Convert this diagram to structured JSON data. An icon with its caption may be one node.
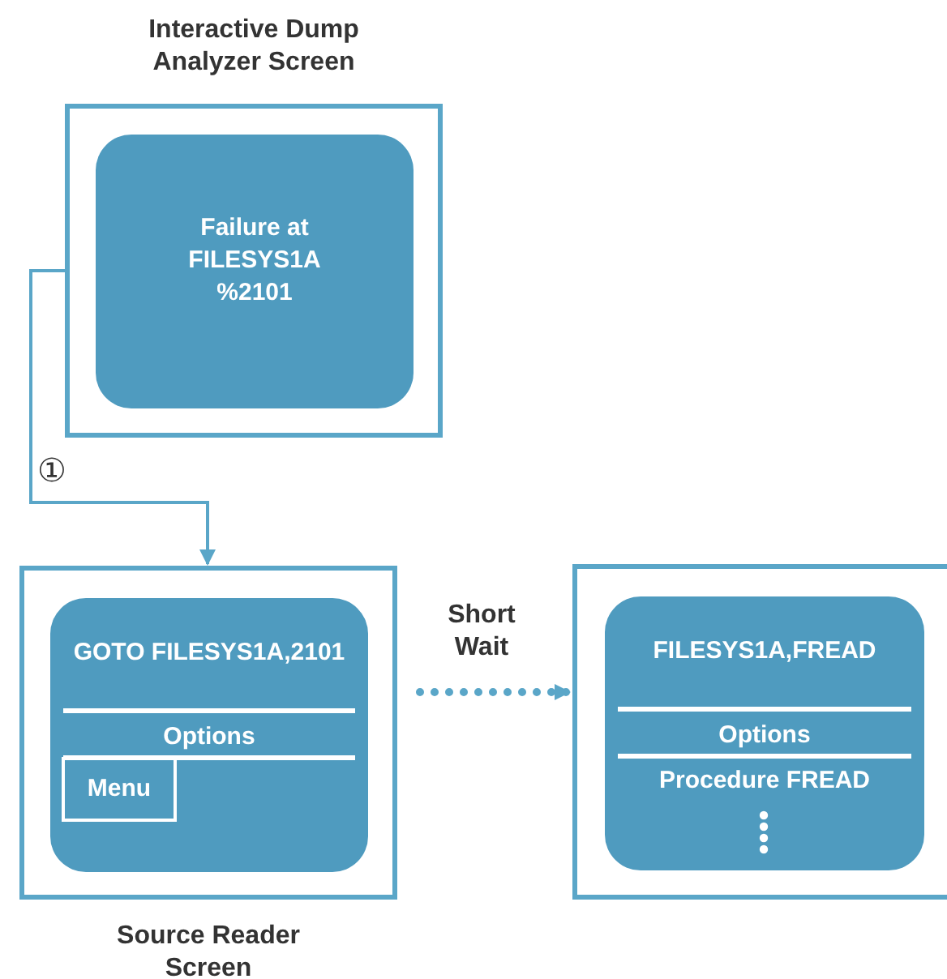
{
  "diagram": {
    "nodes": [
      {
        "text": [
          "Interactive Dump Analyzer Screen"
        ]
      },
      {
        "text": [
          "Failure at FILESYS1A %2101"
        ],
        "in": 0
      },
      {
        "text": [
          "Source Reader Screen"
        ]
      },
      {
        "text": [
          "GOTO FILESYS1A,2101",
          "Options"
        ],
        "in": 2
      },
      {
        "text": [
          "Menu"
        ],
        "in": 3
      },
      {
        "text": [],
        "shape": "box"
      },
      {
        "text": [
          "FILESYS1A,FREAD",
          "Options",
          "Procedure FREAD"
        ],
        "in": 5
      }
    ],
    "edges": [
      {
        "from": 0,
        "to": 2,
        "arrow": "to",
        "label": "①"
      },
      {
        "from": 2,
        "to": 5,
        "arrow": "to",
        "label": "Short Wait",
        "style": "dashed"
      }
    ]
  }
}
